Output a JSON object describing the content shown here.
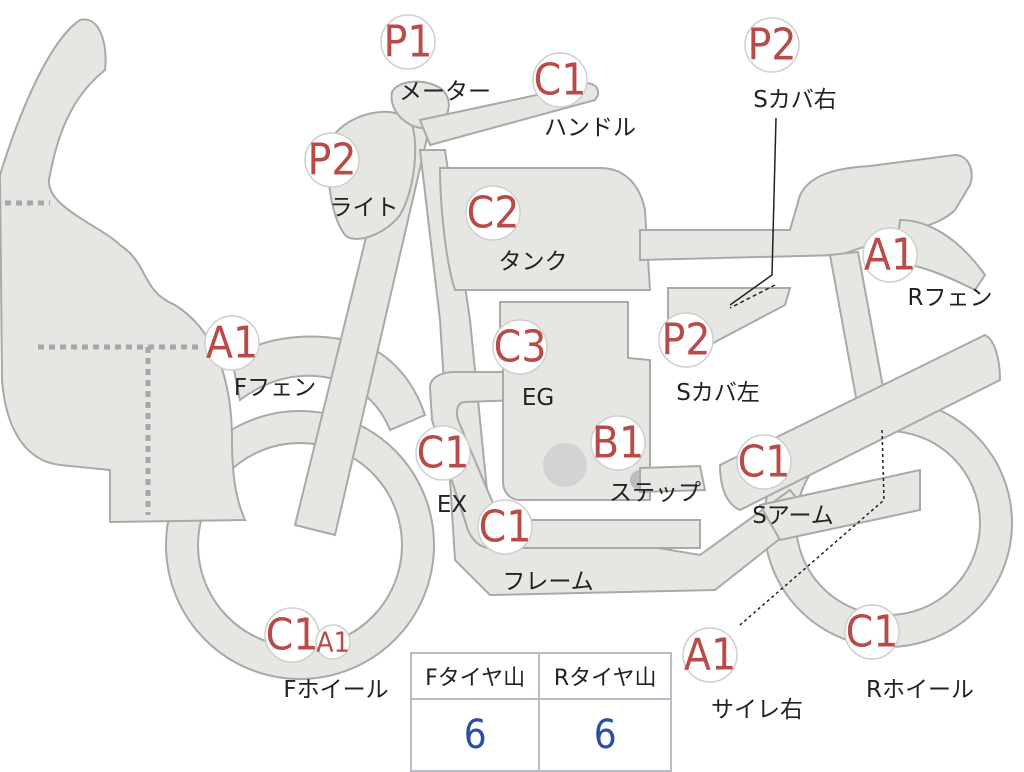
{
  "parts": [
    {
      "id": "meter",
      "grade": "P1",
      "label": "メーター"
    },
    {
      "id": "handle",
      "grade": "C1",
      "label": "ハンドル"
    },
    {
      "id": "side-cover-right",
      "grade": "P2",
      "label": "Sカバ右"
    },
    {
      "id": "light",
      "grade": "P2",
      "label": "ライト"
    },
    {
      "id": "tank",
      "grade": "C2",
      "label": "タンク"
    },
    {
      "id": "rear-fender",
      "grade": "A1",
      "label": "Rフェン"
    },
    {
      "id": "front-fender",
      "grade": "A1",
      "label": "Fフェン"
    },
    {
      "id": "engine",
      "grade": "C3",
      "label": "EG"
    },
    {
      "id": "side-cover-left",
      "grade": "P2",
      "label": "Sカバ左"
    },
    {
      "id": "exhaust",
      "grade": "C1",
      "label": "EX"
    },
    {
      "id": "step",
      "grade": "B1",
      "label": "ステップ"
    },
    {
      "id": "swing-arm",
      "grade": "C1",
      "label": "Sアーム"
    },
    {
      "id": "frame",
      "grade": "C1",
      "label": "フレーム"
    },
    {
      "id": "front-wheel",
      "grade": "C1",
      "grade2": "A1",
      "label": "Fホイール"
    },
    {
      "id": "muffler-right",
      "grade": "A1",
      "label": "サイレ右"
    },
    {
      "id": "rear-wheel",
      "grade": "C1",
      "label": "Rホイール"
    }
  ],
  "tread": {
    "front_label": "Fタイヤ山",
    "rear_label": "Rタイヤ山",
    "front_value": "6",
    "rear_value": "6"
  },
  "colors": {
    "grade_text": "#b84a47",
    "part_fill": "#e6e6e3",
    "part_stroke": "#a9a9a9",
    "tread_value": "#2b4fa3"
  }
}
